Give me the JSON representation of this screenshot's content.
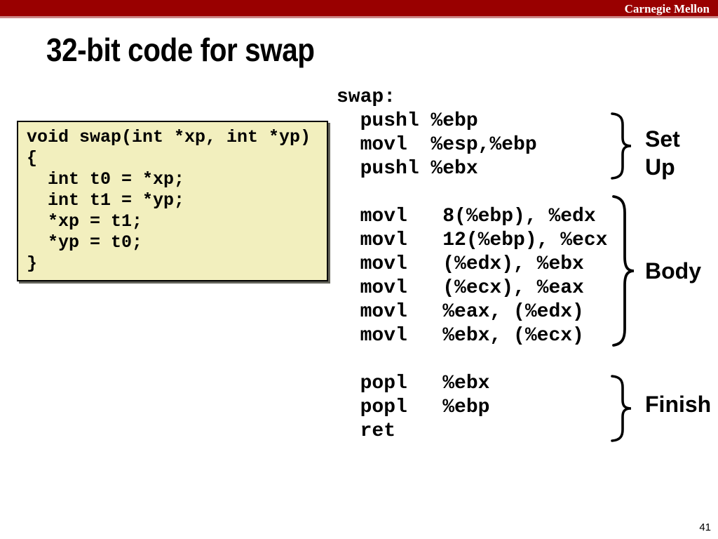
{
  "banner": {
    "brand": "Carnegie Mellon",
    "bg_color": "#990000",
    "underline_color": "#cc8888"
  },
  "title": "32-bit code for swap",
  "c_code": {
    "text": "void swap(int *xp, int *yp)\n{\n  int t0 = *xp;\n  int t1 = *yp;\n  *xp = t1;\n  *yp = t0;\n}",
    "bg_color": "#f2efbe"
  },
  "assembly": {
    "text": "swap:\n  pushl %ebp\n  movl  %esp,%ebp\n  pushl %ebx\n\n  movl   8(%ebp), %edx\n  movl   12(%ebp), %ecx\n  movl   (%edx), %ebx\n  movl   (%ecx), %eax\n  movl   %eax, (%edx)\n  movl   %ebx, (%ecx)\n\n  popl   %ebx\n  popl   %ebp\n  ret"
  },
  "annotations": {
    "setup": {
      "label": "Set\nUp"
    },
    "body": {
      "label": "Body"
    },
    "finish": {
      "label": "Finish"
    }
  },
  "page_number": "41"
}
